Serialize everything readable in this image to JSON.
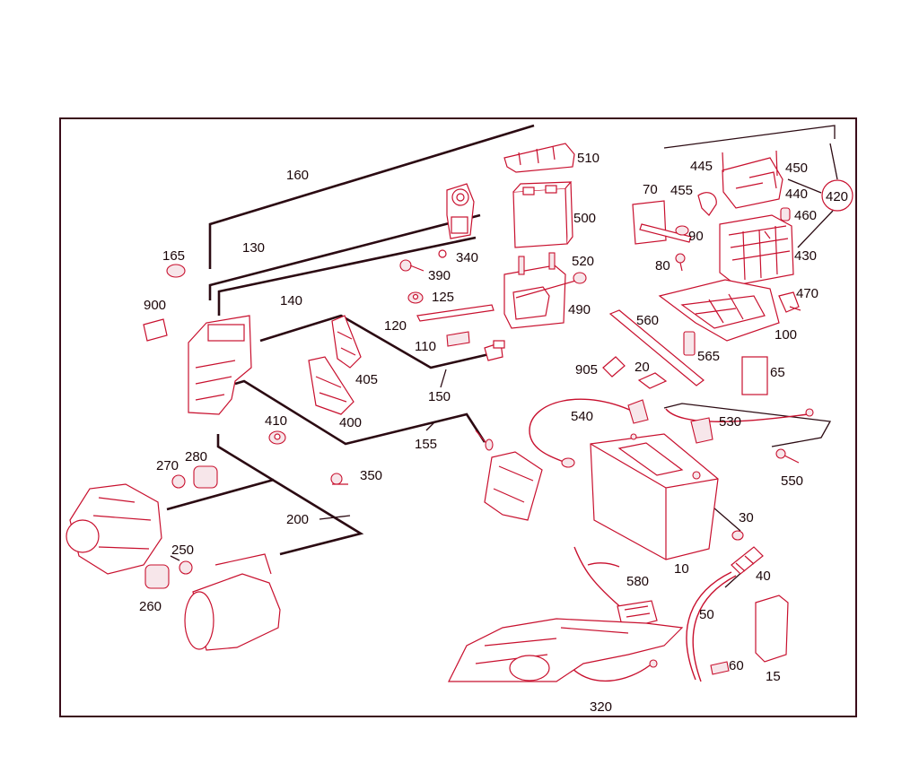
{
  "labels": {
    "p10": "10",
    "p15": "15",
    "p20": "20",
    "p30": "30",
    "p40": "40",
    "p50": "50",
    "p60": "60",
    "p65": "65",
    "p70": "70",
    "p80": "80",
    "p90": "90",
    "p100": "100",
    "p110": "110",
    "p120": "120",
    "p125": "125",
    "p130": "130",
    "p140": "140",
    "p150": "150",
    "p155": "155",
    "p160": "160",
    "p165": "165",
    "p200": "200",
    "p250": "250",
    "p260": "260",
    "p270": "270",
    "p280": "280",
    "p320": "320",
    "p340": "340",
    "p350": "350",
    "p390": "390",
    "p400": "400",
    "p405": "405",
    "p410": "410",
    "p420": "420",
    "p430": "430",
    "p440": "440",
    "p445": "445",
    "p450": "450",
    "p455": "455",
    "p460": "460",
    "p470": "470",
    "p490": "490",
    "p500": "500",
    "p510": "510",
    "p520": "520",
    "p530": "530",
    "p540": "540",
    "p550": "550",
    "p560": "560",
    "p565": "565",
    "p580": "580",
    "p900": "900",
    "p905": "905"
  },
  "colors": {
    "part_line": "#c8102e",
    "leader_line": "#2b0a12",
    "frame": "#3a0d1a"
  }
}
